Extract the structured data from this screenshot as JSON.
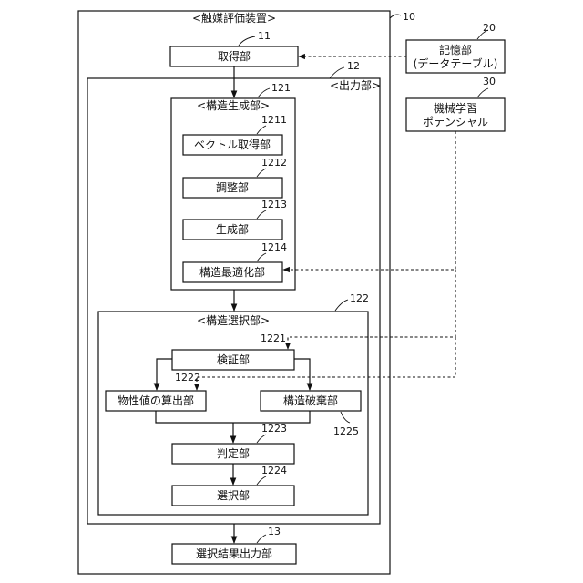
{
  "device": {
    "title": "<触媒評価装置>",
    "ref": "10"
  },
  "acquisition": {
    "label": "取得部",
    "ref": "11"
  },
  "output_unit": {
    "title": "<出力部>",
    "ref": "12"
  },
  "generation": {
    "title": "<構造生成部>",
    "ref": "121"
  },
  "vector": {
    "label": "ベクトル取得部",
    "ref": "1211"
  },
  "adjust": {
    "label": "調整部",
    "ref": "1212"
  },
  "generate": {
    "label": "生成部",
    "ref": "1213"
  },
  "optimize": {
    "label": "構造最適化部",
    "ref": "1214"
  },
  "selection": {
    "title": "<構造選択部>",
    "ref": "122"
  },
  "verify": {
    "label": "検証部",
    "ref": "1221"
  },
  "property": {
    "label": "物性値の算出部",
    "ref": "1222"
  },
  "discard": {
    "label": "構造破棄部",
    "ref": "1225"
  },
  "judge": {
    "label": "判定部",
    "ref": "1223"
  },
  "select": {
    "label": "選択部",
    "ref": "1224"
  },
  "result": {
    "label": "選択結果出力部",
    "ref": "13"
  },
  "storage": {
    "line1": "記憶部",
    "line2": "(データテーブル)",
    "ref": "20"
  },
  "ml": {
    "line1": "機械学習",
    "line2": "ポテンシャル",
    "ref": "30"
  }
}
